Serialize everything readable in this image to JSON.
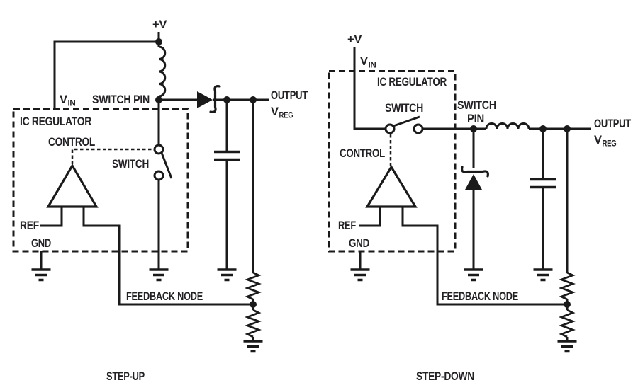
{
  "colors": {
    "line": "#1a1a1a",
    "text": "#232124",
    "background": "#ffffff"
  },
  "left": {
    "title": "STEP-UP",
    "plus_v": "+V",
    "vin": {
      "main": "V",
      "sub": "IN"
    },
    "switch_pin": "SWITCH PIN",
    "ic_regulator": "IC REGULATOR",
    "control": "CONTROL",
    "switch": "SWITCH",
    "ref": "REF",
    "gnd": "GND",
    "output": "OUTPUT",
    "vreg": {
      "main": "V",
      "sub": "REG"
    },
    "feedback_node": "FEEDBACK NODE"
  },
  "right": {
    "title": "STEP-DOWN",
    "plus_v": "+V",
    "vin": {
      "main": "V",
      "sub": "IN"
    },
    "ic_regulator": "IC REGULATOR",
    "switch": "SWITCH",
    "switch_pin_line1": "SWITCH",
    "switch_pin_line2": "PIN",
    "control": "CONTROL",
    "ref": "REF",
    "gnd": "GND",
    "output": "OUTPUT",
    "vreg": {
      "main": "V",
      "sub": "REG"
    },
    "feedback_node": "FEEDBACK NODE"
  }
}
